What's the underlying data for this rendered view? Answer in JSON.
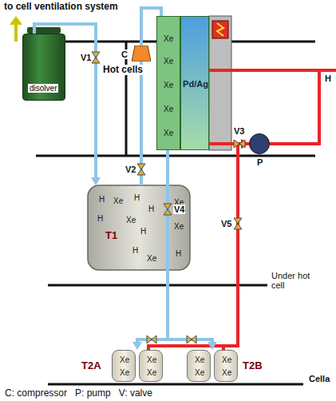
{
  "diagram": {
    "title": "to cell ventilation system",
    "nodes": [
      {
        "text": [
          "disolver"
        ]
      },
      {
        "text": [
          "C"
        ]
      },
      {
        "text": [
          "Xe",
          "Xe",
          "Xe",
          "Xe",
          "Xe"
        ]
      },
      {
        "text": [
          "Pd/Ag"
        ]
      },
      {
        "text": [
          "P"
        ]
      },
      {
        "text": [
          "T1",
          "H",
          "Xe",
          "H",
          "H",
          "Xe",
          "H",
          "Xe",
          "H",
          "Xe",
          "H",
          "Xe",
          "H"
        ]
      },
      {
        "text": [
          "T2A"
        ]
      },
      {
        "text": [
          "Xe",
          "Xe"
        ],
        "in": 6
      },
      {
        "text": [
          "Xe",
          "Xe"
        ],
        "in": 6
      },
      {
        "text": [
          "T2B"
        ]
      },
      {
        "text": [
          "Xe",
          "Xe"
        ],
        "in": 9
      },
      {
        "text": [
          "Xe",
          "Xe"
        ],
        "in": 9
      }
    ],
    "edges": [
      {
        "from": 0,
        "to": 5,
        "arrow": "to"
      },
      {
        "from": 5,
        "to": 1,
        "arrow": "none"
      },
      {
        "from": 1,
        "to": 2,
        "arrow": "none"
      },
      {
        "from": 2,
        "to": 6,
        "arrow": "to"
      },
      {
        "from": 2,
        "to": 9,
        "arrow": "to"
      },
      {
        "from": 3,
        "to": 4,
        "arrow": "none"
      },
      {
        "from": 6,
        "to": 4,
        "arrow": "to"
      },
      {
        "from": 9,
        "to": 4,
        "arrow": "to"
      }
    ],
    "labels": [
      "Hot cells",
      "V1",
      "V2",
      "V3",
      "V4",
      "V5",
      "H",
      "Under hot cell",
      "Cella",
      "C: compressor   P: pump   V: valve"
    ]
  }
}
